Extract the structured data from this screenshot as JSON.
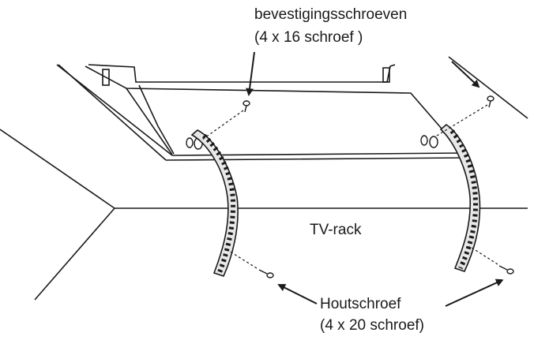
{
  "labels": {
    "mount_screws_line1": "bevestigingsschroeven",
    "mount_screws_line2": "(4 x 16 schroef )",
    "tv_rack": "TV-rack",
    "wood_screw_line1": "Houtschroef",
    "wood_screw_line2": "(4 x 20 schroef)"
  },
  "colors": {
    "line": "#1a1a1a",
    "background": "#ffffff"
  }
}
